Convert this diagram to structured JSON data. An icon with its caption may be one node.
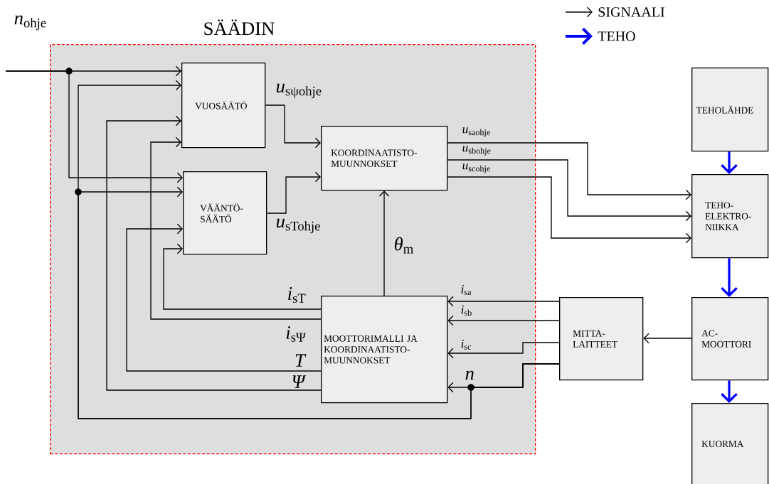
{
  "diagram": {
    "nodes": [
      {
        "text": [
          "SÄÄDIN"
        ]
      },
      {
        "text": [
          "VUOSÄÄTÖ"
        ],
        "in": 0
      },
      {
        "text": [
          "VÄÄNTÖ- SÄÄTÖ"
        ],
        "in": 0
      },
      {
        "text": [
          "KOORDINAATISTO- MUUNNOKSET"
        ],
        "in": 0
      },
      {
        "text": [
          "MOOTTORIMALLI JA KOORDINAATISTO- MUUNNOKSET"
        ],
        "in": 0
      },
      {
        "text": [
          "TEHOLÄHDE"
        ]
      },
      {
        "text": [
          "TEHO- ELEKTRO- NIIKKA"
        ]
      },
      {
        "text": [
          "MITTA- LAITTEET"
        ]
      },
      {
        "text": [
          "AC- MOOTTORI"
        ]
      },
      {
        "text": [
          "KUORMA"
        ]
      }
    ],
    "edges": [
      {
        "from": null,
        "to": 1,
        "arrow": "to",
        "label": "*n*$_{ohje}$"
      },
      {
        "from": null,
        "to": 2,
        "arrow": "to"
      },
      {
        "from": 1,
        "to": 3,
        "arrow": "to",
        "label": "*u*$_{sψohje}$"
      },
      {
        "from": 2,
        "to": 3,
        "arrow": "to",
        "label": "*u*$_{sTohje}$"
      },
      {
        "from": 3,
        "to": 6,
        "arrow": "to",
        "label": "*u*$_{saohje}$"
      },
      {
        "from": 3,
        "to": 6,
        "arrow": "to",
        "label": "*u*$_{sbohje}$"
      },
      {
        "from": 3,
        "to": 6,
        "arrow": "to",
        "label": "*u*$_{scohje}$"
      },
      {
        "from": 4,
        "to": 3,
        "arrow": "to",
        "label": "*θ*$_{m}$"
      },
      {
        "from": 4,
        "to": 2,
        "arrow": "to",
        "label": "*i*$_{sT}$"
      },
      {
        "from": 4,
        "to": 1,
        "arrow": "to",
        "label": "*i*$_{sΨ}$"
      },
      {
        "from": 4,
        "to": 2,
        "arrow": "to",
        "label": "*T*"
      },
      {
        "from": 4,
        "to": 1,
        "arrow": "to",
        "label": "*Ψ*"
      },
      {
        "from": 7,
        "to": 4,
        "arrow": "to",
        "label": "*i*$_{sa}$"
      },
      {
        "from": 7,
        "to": 4,
        "arrow": "to",
        "label": "*i*$_{sb}$"
      },
      {
        "from": 7,
        "to": 4,
        "arrow": "to",
        "label": "*i*$_{sc}$"
      },
      {
        "from": 7,
        "to": 4,
        "arrow": "to",
        "label": "*n*"
      },
      {
        "from": 7,
        "to": 1,
        "arrow": "to"
      },
      {
        "from": 7,
        "to": 2,
        "arrow": "to"
      },
      {
        "from": 8,
        "to": 7,
        "arrow": "to"
      },
      {
        "from": 5,
        "to": 6,
        "arrow": "to",
        "style": "thick",
        "color": "#0000ff"
      },
      {
        "from": 6,
        "to": 8,
        "arrow": "to",
        "style": "thick",
        "color": "#0000ff"
      },
      {
        "from": 8,
        "to": 9,
        "arrow": "to",
        "style": "thick",
        "color": "#0000ff"
      }
    ],
    "legend": [
      {
        "text": "SIGNAALI"
      },
      {
        "text": "TEHO"
      }
    ]
  }
}
